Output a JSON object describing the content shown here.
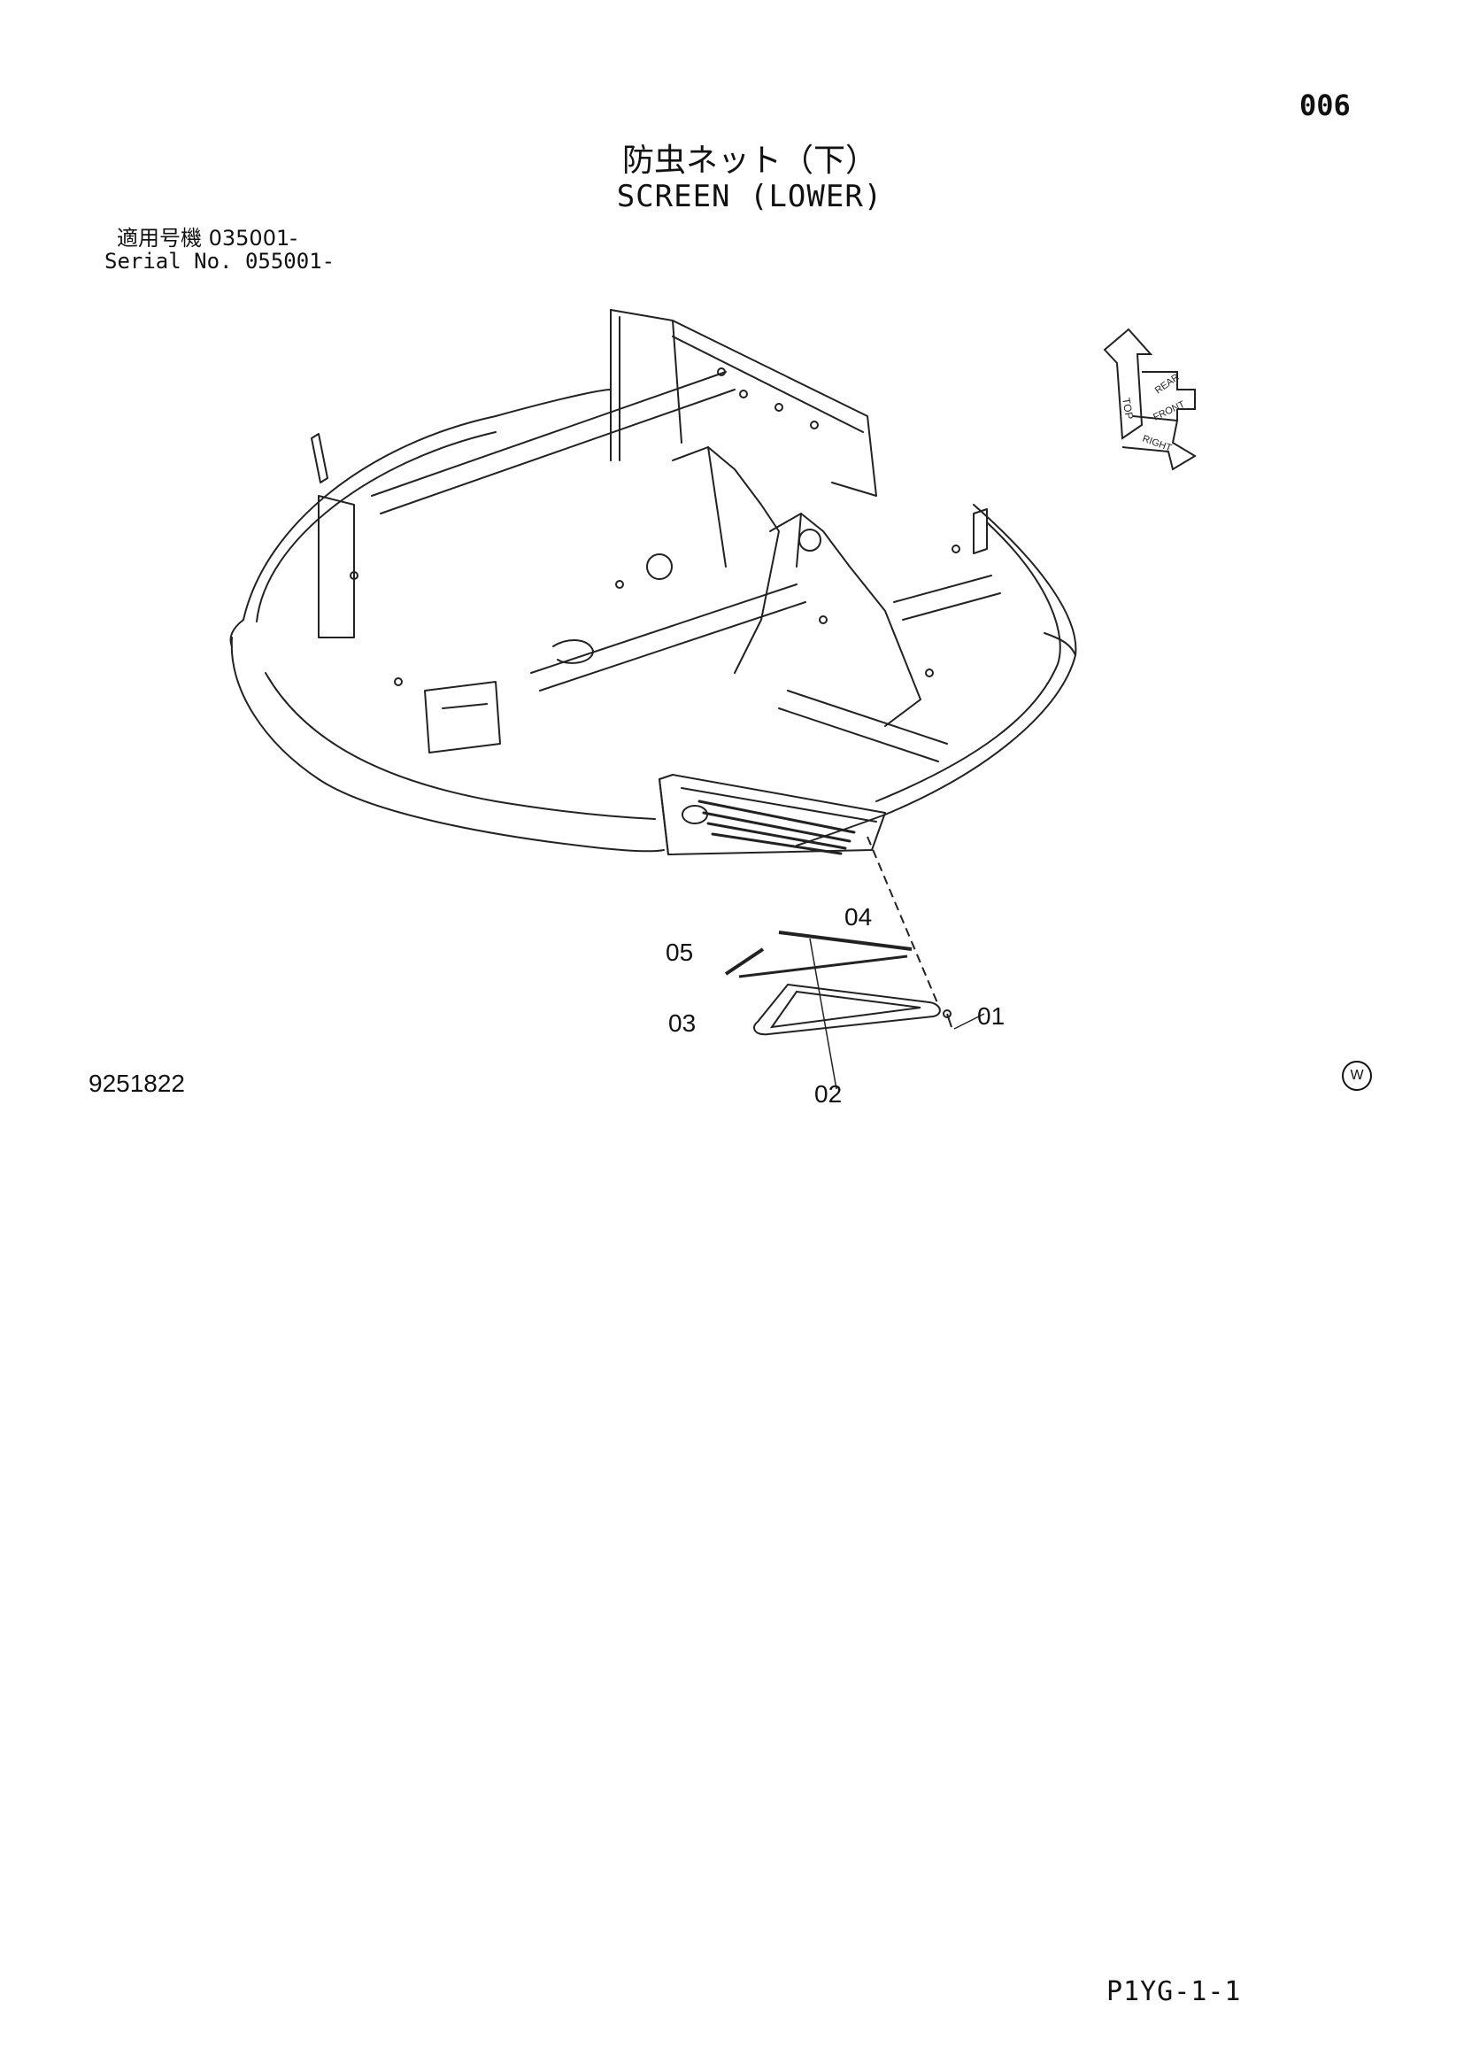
{
  "page_number": "006",
  "title_jp": "防虫ネット（下）",
  "title_en": "SCREEN (LOWER)",
  "serial_jp": "適用号機 035001-",
  "serial_en": "Serial No. 055001-",
  "drawing_number": "9251822",
  "footer_code": "P1YG-1-1",
  "mark_symbol": "W",
  "orientation_labels": [
    "TOP",
    "REAR",
    "FRONT",
    "RIGHT"
  ],
  "callouts": [
    "01",
    "02",
    "03",
    "04",
    "05"
  ]
}
